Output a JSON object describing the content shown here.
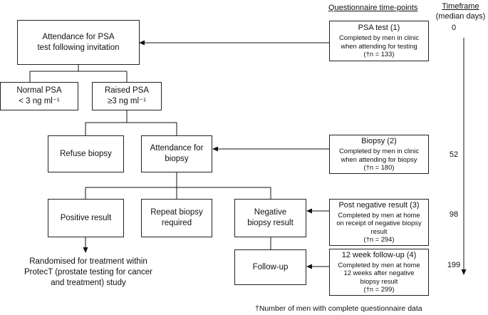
{
  "header": {
    "questionnaire": "Questionnaire time-points",
    "timeframe_line1": "Timeframe",
    "timeframe_line2": "(median days)"
  },
  "flow": {
    "attendance_psa": [
      "Attendance for PSA",
      "test following invitation"
    ],
    "normal_psa": [
      "Normal PSA",
      "< 3 ng ml⁻¹"
    ],
    "raised_psa": [
      "Raised PSA",
      "≥3 ng ml⁻¹"
    ],
    "refuse_biopsy": [
      "Refuse biopsy"
    ],
    "attendance_biopsy": [
      "Attendance for",
      "biopsy"
    ],
    "positive_result": [
      "Positive result"
    ],
    "repeat_biopsy": [
      "Repeat biopsy",
      "required"
    ],
    "negative_result": [
      "Negative",
      "biopsy result"
    ],
    "follow_up": [
      "Follow-up"
    ],
    "randomised": [
      "Randomised for treatment within",
      "ProtecT (prostate testing for cancer",
      "and treatment) study"
    ]
  },
  "questionnaires": [
    {
      "title": "PSA test (1)",
      "desc": [
        "Completed by men in clinic",
        "when attending for testing"
      ],
      "n_prefix": "(†n = ",
      "n": "133",
      "n_suffix": ")"
    },
    {
      "title": "Biopsy (2)",
      "desc": [
        "Completed by men in clinic",
        "when attending for biopsy"
      ],
      "n_prefix": "(†n = ",
      "n": "180",
      "n_suffix": ")"
    },
    {
      "title": "Post negative result (3)",
      "desc": [
        "Completed by men at home",
        "on receipt of negative biopsy",
        "result"
      ],
      "n_prefix": "(†n = ",
      "n": "294",
      "n_suffix": ")"
    },
    {
      "title": "12 week follow-up (4)",
      "desc": [
        "Completed by men at home",
        "12 weeks after negative",
        "biopsy result"
      ],
      "n_prefix": "(†n = ",
      "n": "299",
      "n_suffix": ")"
    }
  ],
  "timeframe_days": [
    "0",
    "52",
    "98",
    "199"
  ],
  "footnote": "†Number of men with complete questionnaire data"
}
